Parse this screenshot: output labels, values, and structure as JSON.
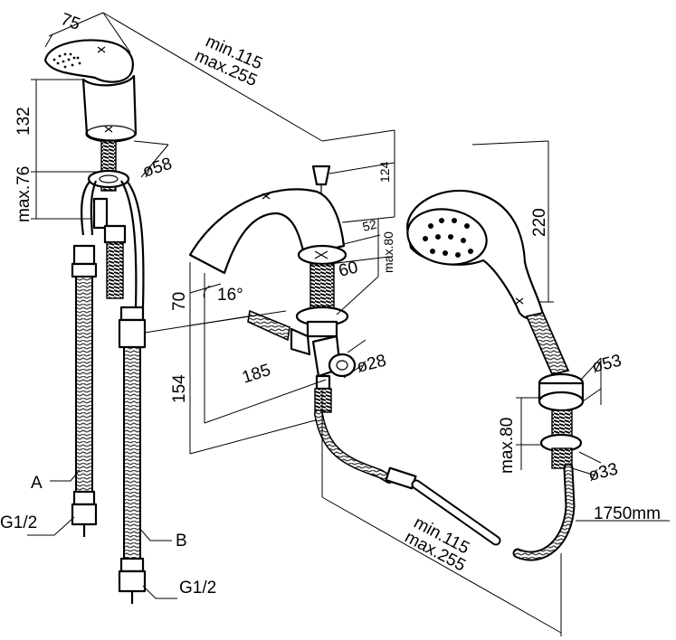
{
  "diagram": {
    "colors": {
      "line": "#000000",
      "background": "#ffffff",
      "hose_pattern": "#555555"
    },
    "dimensions": {
      "mixer_width": "75",
      "mixer_height": "132",
      "mixer_under_max": "max.76",
      "mixer_diameter": "ø58",
      "spacing_top_min": "min.115",
      "spacing_top_max": "max.255",
      "spout_height": "124",
      "spout_small": "52",
      "spout_max_under": "max.80",
      "spout_base": "60",
      "spout_tilt_height": "70",
      "spout_angle": "16°",
      "spout_reach": "185",
      "spout_drop": "154",
      "valve_diameter": "ø28",
      "handshower_height": "220",
      "holder_diameter": "ø53",
      "holder_under_max": "max.80",
      "holder_thread_diameter": "ø33",
      "hose_length": "1750mm",
      "spacing_bottom_min": "min.115",
      "spacing_bottom_max": "max.255"
    },
    "labels": {
      "hose_a": "A",
      "hose_b": "B",
      "thread_a": "G1/2",
      "thread_b": "G1/2"
    }
  }
}
